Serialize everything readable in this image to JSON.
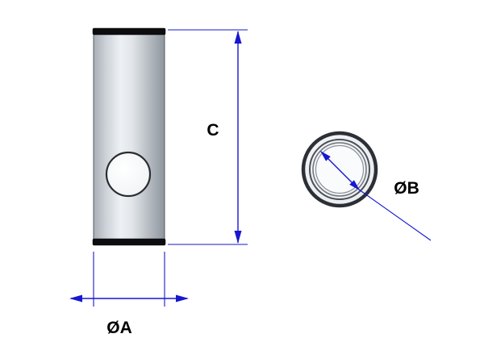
{
  "drawing": {
    "title": "cylinder-with-cross-hole-dimension-drawing",
    "labels": {
      "length": "C",
      "outer_diameter": "ØA",
      "bore_diameter": "ØB"
    },
    "views": {
      "side_view": "cylinder side elevation with cross hole",
      "end_view": "cylinder end view with concentric bore rings"
    }
  },
  "colors": {
    "dimension-blue": "#1717cf",
    "label-black": "#000000",
    "cap-black": "#0d0d10",
    "metal-light": "#eef1f4",
    "metal-dark": "#8f959d"
  }
}
